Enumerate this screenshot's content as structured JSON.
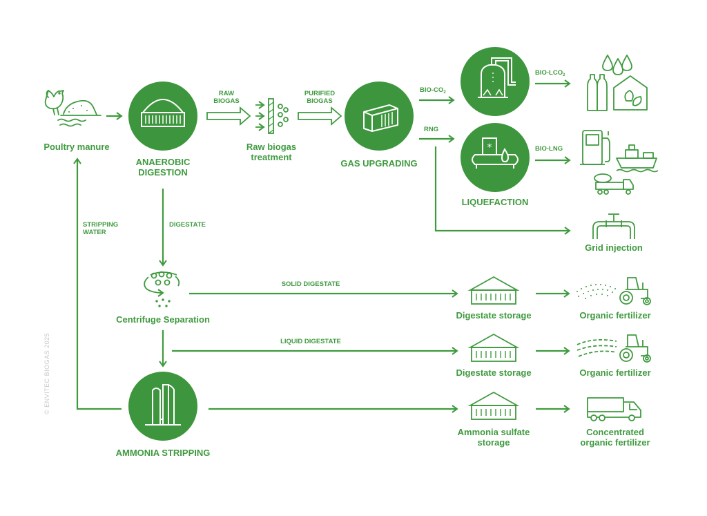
{
  "colors": {
    "primary_green": "#3d963d",
    "line_green": "#3f9a3f",
    "background": "#ffffff",
    "copyright_gray": "#c8c8c8"
  },
  "nodes": {
    "poultry_manure": {
      "label": "Poultry manure",
      "icon": "chicken-manure-icon"
    },
    "anaerobic_digestion": {
      "label_line1": "ANAEROBIC",
      "label_line2": "DIGESTION",
      "icon": "digester-icon"
    },
    "raw_biogas_treatment": {
      "label_line1": "Raw biogas",
      "label_line2": "treatment",
      "icon": "filter-icon"
    },
    "gas_upgrading": {
      "label": "GAS UPGRADING",
      "icon": "container-icon"
    },
    "co2_plant": {
      "label": "",
      "icon": "co2-tank-icon"
    },
    "liquefaction": {
      "label": "LIQUEFACTION",
      "icon": "liquefaction-icon"
    },
    "co2_uses": {
      "label": "",
      "icon": "bottles-greenhouse-icon"
    },
    "lng_uses": {
      "label": "",
      "icon": "fuel-ship-truck-icon"
    },
    "grid_injection": {
      "label": "Grid injection",
      "icon": "pipeline-icon"
    },
    "centrifuge_separation": {
      "label": "Centrifuge Separation",
      "icon": "centrifuge-icon"
    },
    "ammonia_stripping": {
      "label": "AMMONIA STRIPPING",
      "icon": "stripping-tower-icon"
    },
    "digestate_storage_solid": {
      "label": "Digestate storage",
      "icon": "storage-icon"
    },
    "digestate_storage_liquid": {
      "label": "Digestate storage",
      "icon": "storage-icon"
    },
    "ammonia_sulfate_storage": {
      "label_line1": "Ammonia sulfate",
      "label_line2": "storage",
      "icon": "storage-icon"
    },
    "organic_fertilizer_solid": {
      "label": "Organic fertilizer",
      "icon": "tractor-spread-icon"
    },
    "organic_fertilizer_liquid": {
      "label": "Organic fertilizer",
      "icon": "tractor-spray-icon"
    },
    "concentrated_fertilizer": {
      "label_line1": "Concentrated",
      "label_line2": "organic fertilizer",
      "icon": "truck-icon"
    }
  },
  "flows": {
    "raw_biogas": {
      "line1": "RAW",
      "line2": "BIOGAS"
    },
    "purified_biogas": {
      "line1": "PURIFIED",
      "line2": "BIOGAS"
    },
    "bio_co2": {
      "text": "BIO-CO",
      "sub": "2"
    },
    "rng": {
      "text": "RNG"
    },
    "bio_lco2": {
      "text": "BIO-LCO",
      "sub": "2"
    },
    "bio_lng": {
      "text": "BIO-LNG"
    },
    "digestate": {
      "text": "DIGESTATE"
    },
    "stripping_water": {
      "line1": "STRIPPING",
      "line2": "WATER"
    },
    "solid_digestate": {
      "text": "SOLID DIGESTATE"
    },
    "liquid_digestate": {
      "text": "LIQUID DIGESTATE"
    }
  },
  "copyright": "© ENVITEC BIOGAS 2025"
}
